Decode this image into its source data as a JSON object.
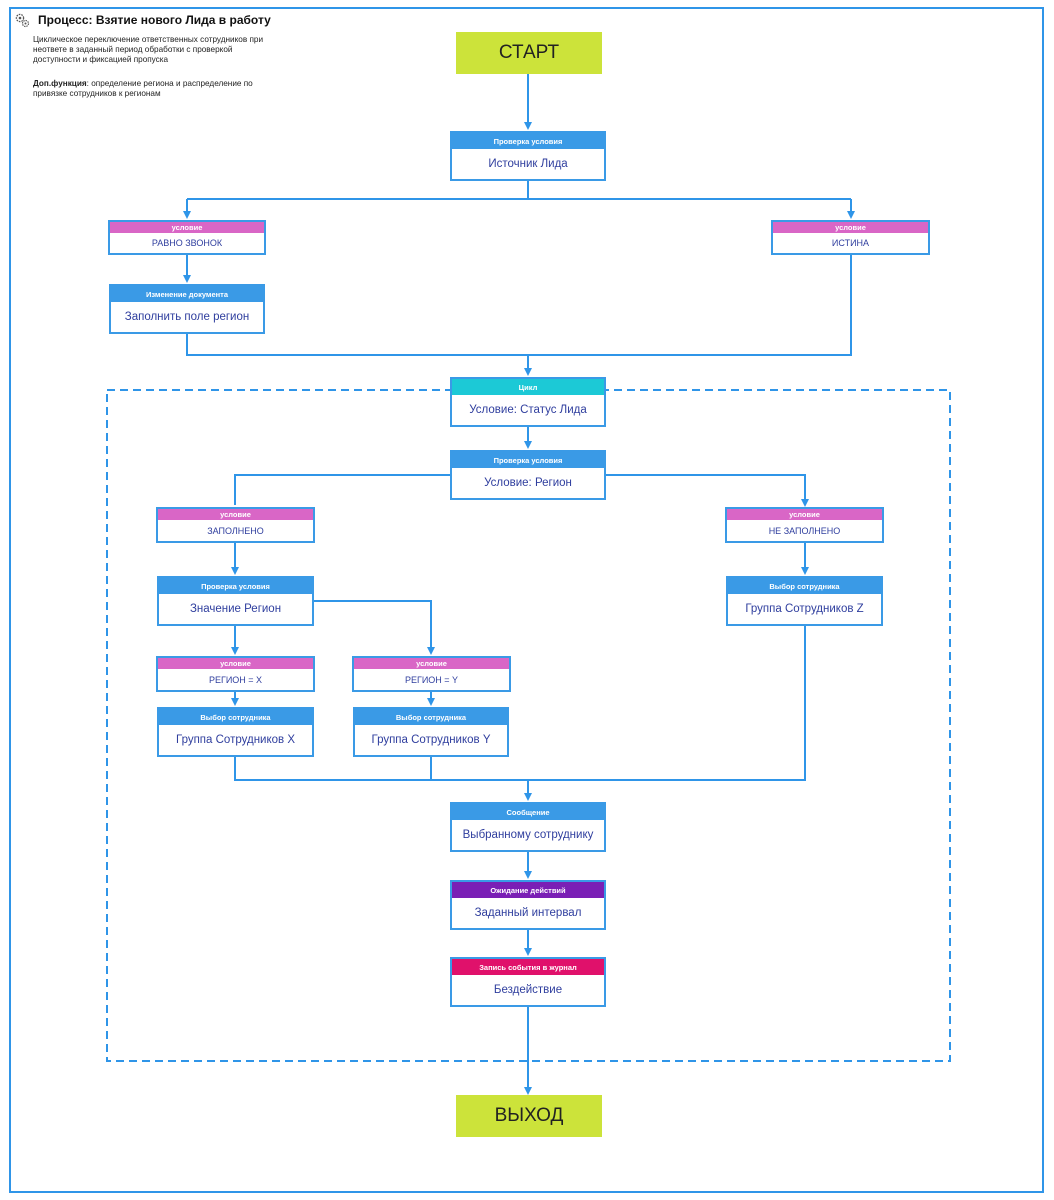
{
  "header": {
    "title": "Процесс: Взятие нового Лида в работу",
    "description": "Циклическое переключение ответственных сотрудников при неответе в заданный период обработки с проверкой доступности и фиксацией пропуска",
    "extra_label": "Доп.функция",
    "extra_text": ": определение региона и распределение по привязке сотрудников к регионам",
    "icon": "gears-icon"
  },
  "colors": {
    "line": "#2f95e8",
    "terminal": "#cce33a",
    "check": "#3a9ae6",
    "condition": "#d966c6",
    "loop": "#1cc9d6",
    "wait": "#7a1fb5",
    "log": "#e0116b",
    "text": "#2f3e9e"
  },
  "nodes": {
    "start": {
      "label": "СТАРТ"
    },
    "exit": {
      "label": "ВЫХОД"
    },
    "check_source": {
      "header": "Проверка условия",
      "label": "Источник Лида"
    },
    "cond_call": {
      "header": "условие",
      "label": "РАВНО ЗВОНОК"
    },
    "cond_true": {
      "header": "условие",
      "label": "ИСТИНА"
    },
    "doc_change": {
      "header": "Изменение документа",
      "label": "Заполнить поле регион"
    },
    "loop": {
      "header": "Цикл",
      "label": "Условие: Статус Лида"
    },
    "check_region": {
      "header": "Проверка условия",
      "label": "Условие: Регион"
    },
    "cond_filled": {
      "header": "условие",
      "label": "ЗАПОЛНЕНО"
    },
    "cond_not_filled": {
      "header": "условие",
      "label": "НЕ ЗАПОЛНЕНО"
    },
    "check_region_value": {
      "header": "Проверка условия",
      "label": "Значение Регион"
    },
    "select_z": {
      "header": "Выбор сотрудника",
      "label": "Группа Сотрудников Z"
    },
    "cond_x": {
      "header": "условие",
      "label": "РЕГИОН = X"
    },
    "cond_y": {
      "header": "условие",
      "label": "РЕГИОН = Y"
    },
    "select_x": {
      "header": "Выбор сотрудника",
      "label": "Группа Сотрудников X"
    },
    "select_y": {
      "header": "Выбор сотрудника",
      "label": "Группа Сотрудников Y"
    },
    "message": {
      "header": "Сообщение",
      "label": "Выбранному сотруднику"
    },
    "wait": {
      "header": "Ожидание действий",
      "label": "Заданный интервал"
    },
    "log": {
      "header": "Запись события в журнал",
      "label": "Бездействие"
    }
  }
}
